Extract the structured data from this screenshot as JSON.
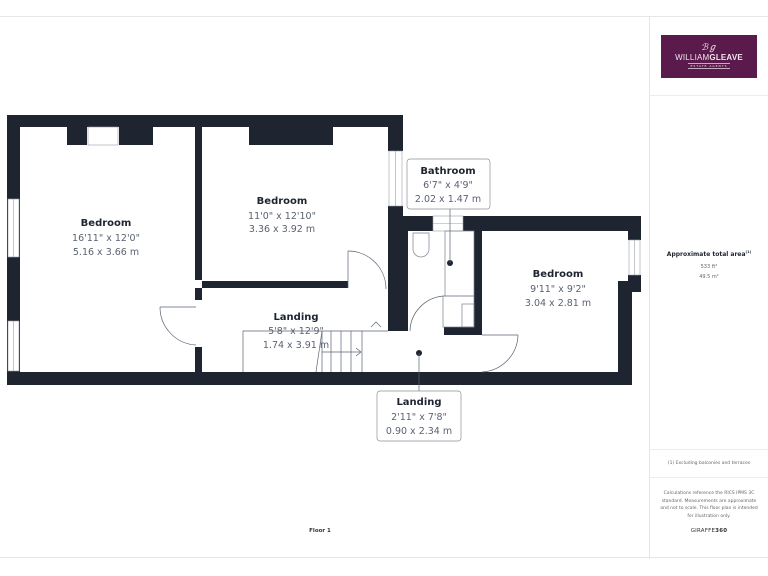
{
  "brand": {
    "logo_mark": "ℬℊ",
    "name_light": "WILLIAM",
    "name_bold": "GLEAVE",
    "tagline": "ESTATE AGENTS",
    "color": "#5a1a4b"
  },
  "summary": {
    "title": "Approximate total area",
    "title_sup": "(1)",
    "sqft": "533 ft²",
    "sqm": "49.5 m²"
  },
  "footnote": "(1) Excluding balconies and terraces",
  "disclaimer": "Calculations reference the RICS IPMS 3C standard. Measurements are approximate and not to scale. This floor plan is intended for illustration only.",
  "credit": {
    "light": "GIRAFFE",
    "bold": "360"
  },
  "floor_label": "Floor 1",
  "colors": {
    "wall": "#1e2430",
    "text_dim": "#5a6372",
    "line": "#9aa0a8"
  },
  "rooms": [
    {
      "id": "bedroom-1",
      "name": "Bedroom",
      "imperial": "16'11\" x 12'0\"",
      "metric": "5.16 x 3.66 m"
    },
    {
      "id": "bedroom-2",
      "name": "Bedroom",
      "imperial": "11'0\" x 12'10\"",
      "metric": "3.36 x 3.92 m"
    },
    {
      "id": "bathroom",
      "name": "Bathroom",
      "imperial": "6'7\" x 4'9\"",
      "metric": "2.02 x 1.47 m"
    },
    {
      "id": "bedroom-3",
      "name": "Bedroom",
      "imperial": "9'11\" x 9'2\"",
      "metric": "3.04 x 2.81 m"
    },
    {
      "id": "landing-1",
      "name": "Landing",
      "imperial": "5'8\" x 12'9\"",
      "metric": "1.74 x 3.91 m"
    },
    {
      "id": "landing-2",
      "name": "Landing",
      "imperial": "2'11\" x 7'8\"",
      "metric": "0.90 x 2.34 m"
    }
  ]
}
